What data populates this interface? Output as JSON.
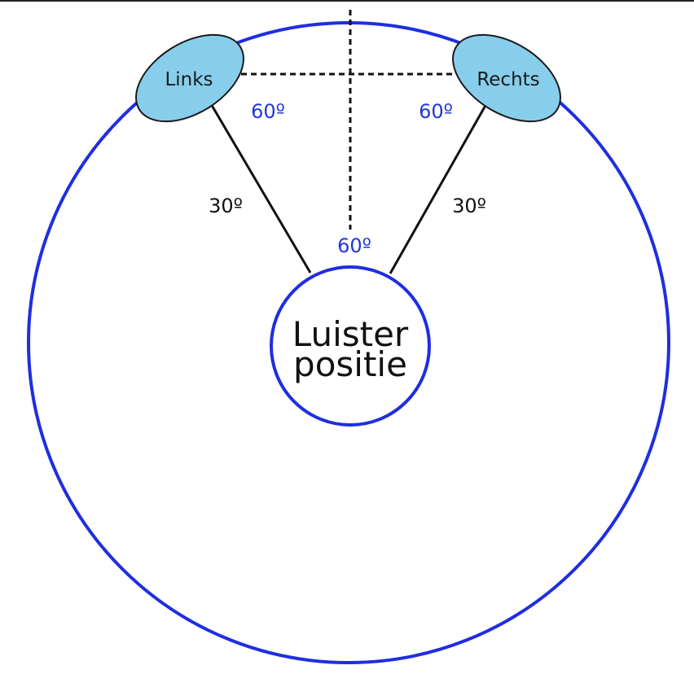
{
  "speakers": {
    "left_label": "Links",
    "right_label": "Rechts"
  },
  "listening_position": {
    "line1": "Luister",
    "line2": "positie"
  },
  "angles": {
    "left_inner": "60º",
    "right_inner": "60º",
    "center": "60º",
    "left_outer": "30º",
    "right_outer": "30º"
  },
  "colors": {
    "circle_stroke": "#1f2ee0",
    "speaker_fill": "#87ceec",
    "blue_text": "#2237d6"
  }
}
